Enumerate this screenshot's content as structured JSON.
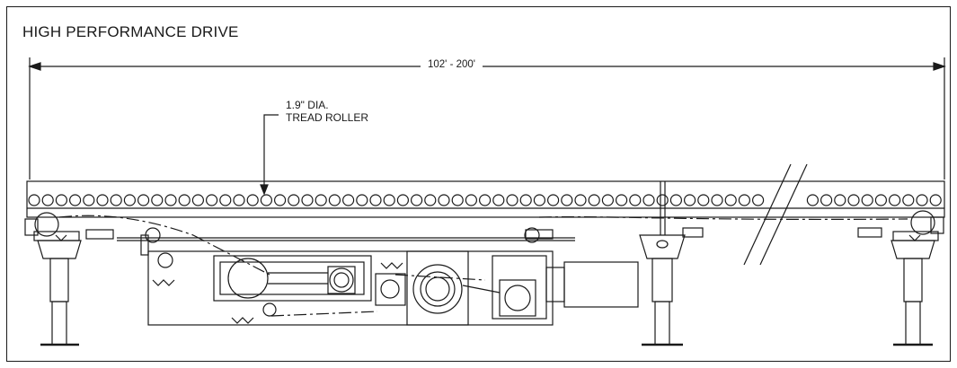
{
  "title": "HIGH PERFORMANCE DRIVE",
  "dimension": {
    "overall_length": "102' - 200'"
  },
  "callouts": {
    "roller_line1": "1.9\" DIA.",
    "roller_line2": "TREAD ROLLER"
  },
  "colors": {
    "line": "#1a1a1a",
    "background": "#ffffff"
  }
}
